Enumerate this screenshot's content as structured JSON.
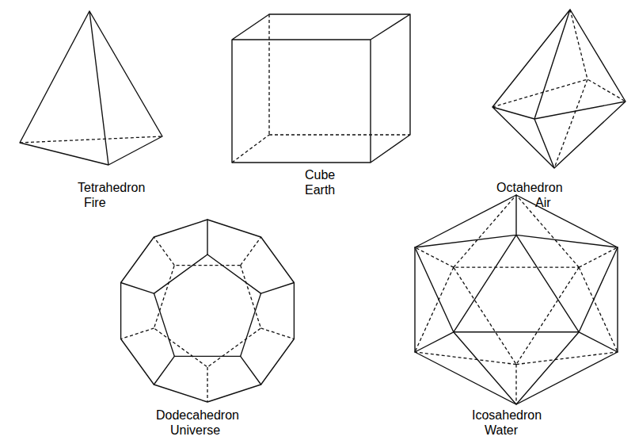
{
  "diagram": {
    "labels": [
      "Tetrahedron",
      "Fire",
      "Cube",
      "Earth",
      "Octahedron",
      "Air",
      "Dodecahedron",
      "Universe",
      "Icosahedron",
      "Water"
    ]
  }
}
